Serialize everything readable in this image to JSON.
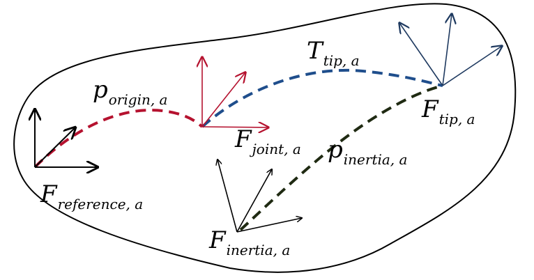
{
  "colors": {
    "black": "#000000",
    "red": "#b5122f",
    "blue": "#1f4e8c",
    "navy": "#1f3a60",
    "green": "#1f2a12"
  },
  "labels": {
    "f_reference": {
      "main": "F",
      "sub": "reference, a"
    },
    "p_origin": {
      "main": "p",
      "sub": "origin, a"
    },
    "f_joint": {
      "main": "F",
      "sub": "joint, a"
    },
    "t_tip": {
      "main": "T",
      "sub": "tip, a"
    },
    "f_tip": {
      "main": "F",
      "sub": "tip, a"
    },
    "p_inertia": {
      "main": "p",
      "sub": "inertia, a"
    },
    "f_inertia": {
      "main": "F",
      "sub": "inertia, a"
    }
  }
}
